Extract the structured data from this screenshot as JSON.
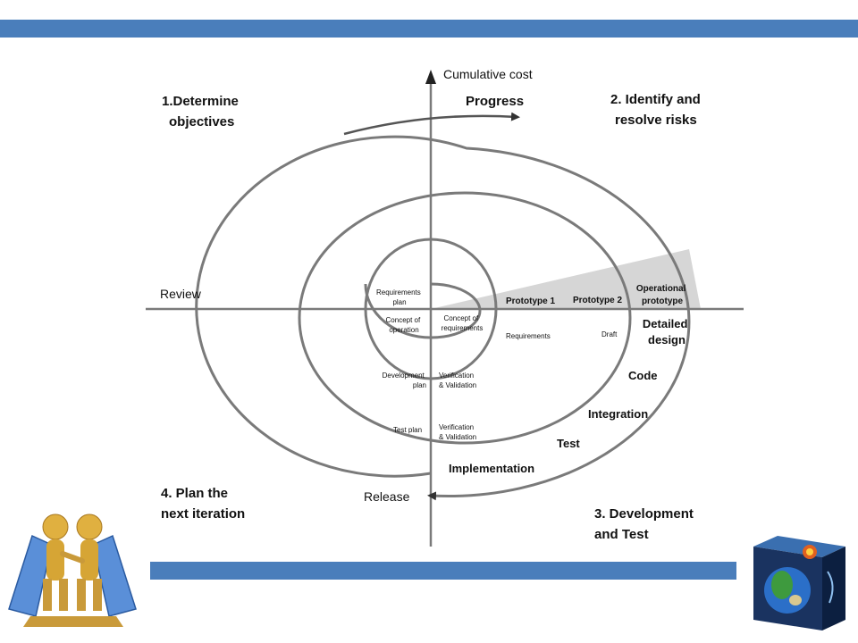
{
  "quadrants": {
    "q1": [
      "1.Determine",
      "objectives"
    ],
    "q2": [
      "2. Identify and",
      "resolve risks"
    ],
    "q3": [
      "3. Development",
      "and Test"
    ],
    "q4": [
      "4. Plan the",
      "next iteration"
    ]
  },
  "axis": {
    "y_label": "Cumulative cost",
    "progress": "Progress",
    "review": "Review",
    "release": "Release"
  },
  "left_labels": {
    "requirements_plan": [
      "Requirements",
      "plan"
    ],
    "concept_of_operation": [
      "Concept of",
      "operation"
    ],
    "development_plan": [
      "Development",
      "plan"
    ],
    "test_plan": "Test plan"
  },
  "right_labels": {
    "concept_of_requirements": [
      "Concept of",
      "requirements"
    ],
    "verification_validation_1": [
      "Verification",
      "& Validation"
    ],
    "verification_validation_2": [
      "Verification",
      "& Validation"
    ],
    "requirements": "Requirements",
    "draft": "Draft",
    "prototype_1": "Prototype 1",
    "prototype_2": "Prototype 2",
    "operational_prototype": [
      "Operational",
      "prototype"
    ],
    "detailed_design": [
      "Detailed",
      "design"
    ],
    "code": "Code",
    "integration": "Integration",
    "test": "Test",
    "implementation": "Implementation"
  },
  "colors": {
    "accent_bar": "#4a7ebb",
    "spiral": "#7a7a7a",
    "shade": "#d6d6d6"
  },
  "icons": [
    "two-figures-laptops-icon",
    "earth-cube-icon"
  ]
}
